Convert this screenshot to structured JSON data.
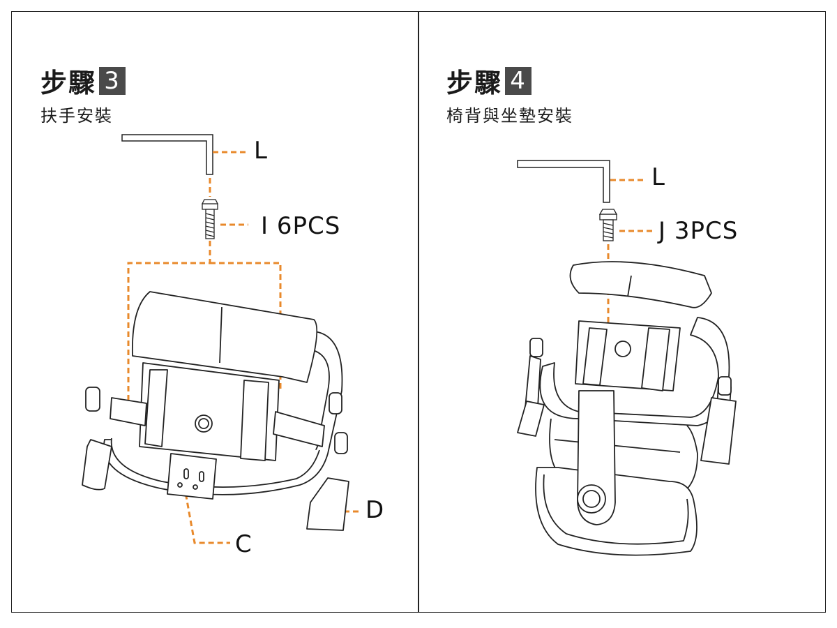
{
  "step3": {
    "title": "步驟",
    "number": "3",
    "subtitle": "扶手安裝",
    "labels": {
      "tool": "L",
      "screw": "I  6PCS",
      "part_c": "C",
      "part_d": "D"
    }
  },
  "step4": {
    "title": "步驟",
    "number": "4",
    "subtitle": "椅背與坐墊安裝",
    "labels": {
      "tool": "L",
      "screw": "J  3PCS"
    }
  },
  "colors": {
    "leader": "#e8892b",
    "line": "#222222",
    "badge": "#4a4a4a"
  }
}
